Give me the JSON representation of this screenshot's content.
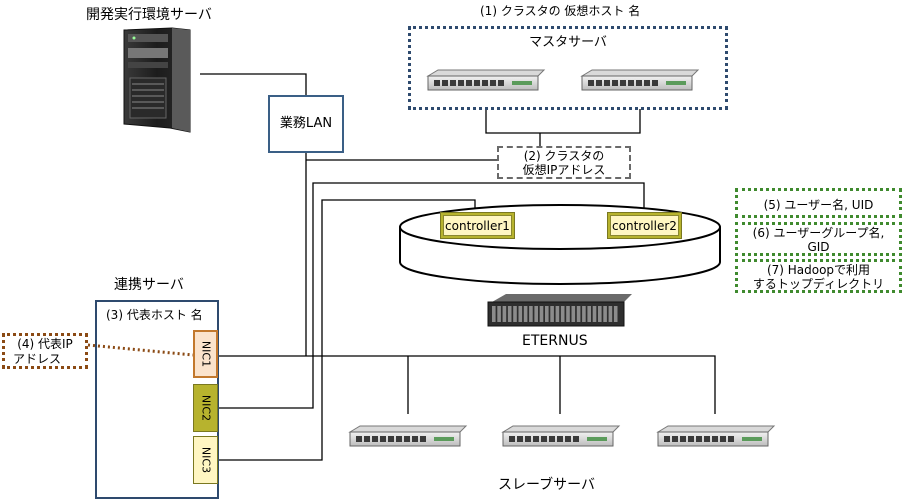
{
  "title_dev_server": "開発実行環境サーバ",
  "business_lan": "業務LAN",
  "master": {
    "note": "(1) クラスタの 仮想ホスト 名",
    "label": "マスタサーバ"
  },
  "cluster_ip": {
    "line1": "(2) クラスタの",
    "line2": "仮想IPアドレス"
  },
  "storage": {
    "controller1": "controller1",
    "controller2": "controller2",
    "label": "ETERNUS"
  },
  "link_server": {
    "title": "連携サーバ",
    "note": "(3) 代表ホスト 名",
    "nic1": "NIC1",
    "nic2": "NIC2",
    "nic3": "NIC3"
  },
  "rep_ip": {
    "line1": "(4) 代表IP",
    "line2": "アドレス"
  },
  "notes": {
    "n5": "(5) ユーザー名, UID",
    "n6_line1": "(6) ユーザーグループ名,",
    "n6_line2": "GID",
    "n7_line1": "(7) Hadoopで利用",
    "n7_line2": "するトップディレクトリ"
  },
  "slave_label": "スレーブサーバ",
  "colors": {
    "navy": "#2E4A6E",
    "blue_box": "#3A5F86",
    "green_dots": "#3F8A2E",
    "olive": "#B7B32E",
    "cream": "#FFF6C2",
    "brown_dots": "#8B4A14",
    "nic_orange": "#FBE3CC",
    "nic_border": "#C2782D"
  }
}
